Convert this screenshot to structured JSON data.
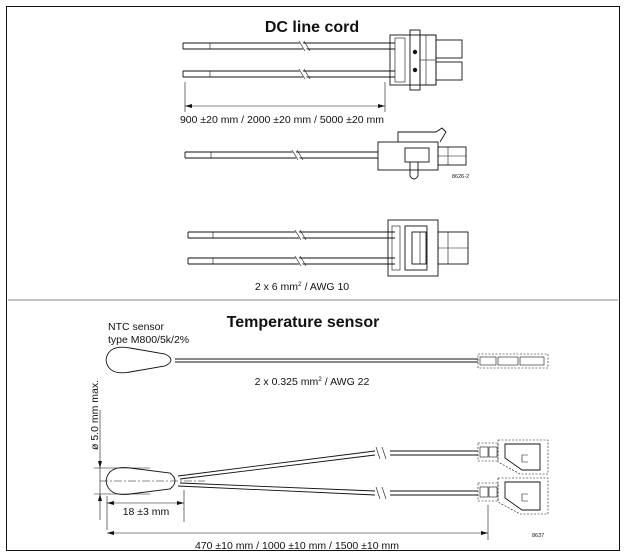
{
  "dc_section": {
    "title": "DC line cord",
    "length_dim": "900 ±20 mm / 2000 ±20 mm / 5000 ±20 mm",
    "part_no": "8626-2",
    "cable_spec": "2 x 6 mm",
    "cable_spec_sup": "2",
    "cable_spec_suffix": " / AWG 10"
  },
  "temp_section": {
    "title": "Temperature sensor",
    "sensor_line1": "NTC sensor",
    "sensor_line2": "type M800/5k/2%",
    "cable_spec": "2 x 0.325 mm",
    "cable_spec_sup": "2",
    "cable_spec_suffix": " / AWG 22",
    "diameter_dim": "ø 5.0 mm max.",
    "sensor_length_dim": "18 ±3 mm",
    "length_dim": "470 ±10 mm / 1000 ±10 mm / 1500 ±10 mm",
    "part_no": "8637"
  }
}
